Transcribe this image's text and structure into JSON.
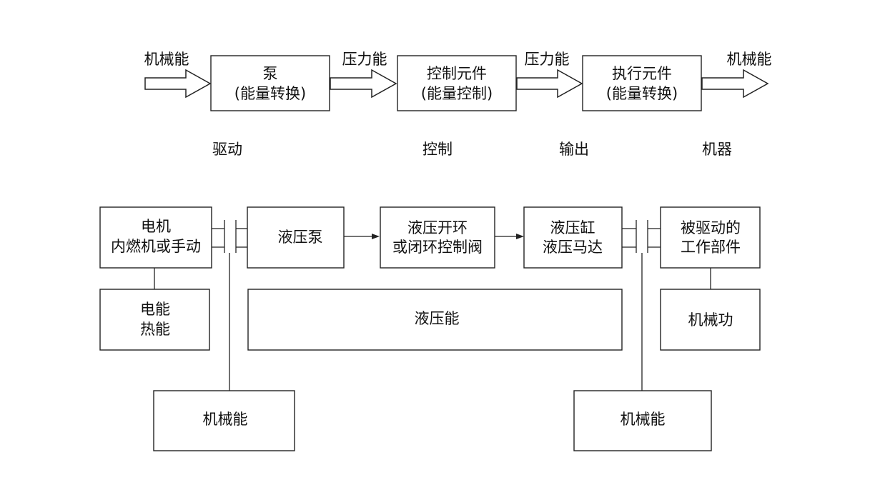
{
  "top_flow": {
    "input_label": "机械能",
    "pump": {
      "line1": "泵",
      "line2": "(能量转换)"
    },
    "pressure_label_1": "压力能",
    "control": {
      "line1": "控制元件",
      "line2": "(能量控制)"
    },
    "pressure_label_2": "压力能",
    "actuator": {
      "line1": "执行元件",
      "line2": "(能量转换)"
    },
    "output_label": "机械能"
  },
  "stage_labels": {
    "drive": "驱动",
    "control": "控制",
    "output": "输出",
    "machine": "机器"
  },
  "bottom_flow": {
    "motor": {
      "line1": "电机",
      "line2": "内燃机或手动"
    },
    "motor_energy": {
      "line1": "电能",
      "line2": "热能"
    },
    "hydraulic_pump": {
      "line1": "液压泵"
    },
    "valve": {
      "line1": "液压开环",
      "line2": "或闭环控制阀"
    },
    "cylinder": {
      "line1": "液压缸",
      "line2": "液压马达"
    },
    "driven_part": {
      "line1": "被驱动的",
      "line2": "工作部件"
    },
    "hydraulic_energy": {
      "line1": "液压能"
    },
    "mechanical_work": {
      "line1": "机械功"
    },
    "mech_energy_left": {
      "line1": "机械能"
    },
    "mech_energy_right": {
      "line1": "机械能"
    }
  }
}
